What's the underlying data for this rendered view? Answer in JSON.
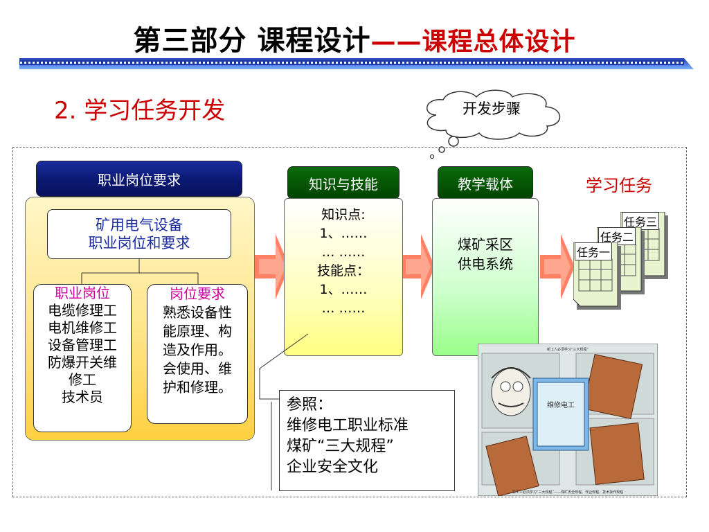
{
  "title": {
    "main": "第三部分  课程设计",
    "dash": "——",
    "sub": "课程总体设计"
  },
  "subtitle": "2. 学习任务开发",
  "cloud": "开发步骤",
  "headers": {
    "job": "职业岗位要求",
    "knowledge": "知识与技能",
    "teaching": "教学载体",
    "tasks": "学习任务"
  },
  "job_box": {
    "top_lines": [
      "矿用电气设备",
      "职业岗位和要求"
    ],
    "posts_title": "职业岗位",
    "posts": [
      "电缆修理工",
      "电机维修工",
      "设备管理工",
      "防爆开关维",
      "修工",
      "技术员"
    ],
    "req_title": "岗位要求",
    "req": [
      "熟悉设备性",
      "能原理、构",
      "造及作用。",
      "会使用、维",
      "护和修理。"
    ]
  },
  "knowledge": {
    "lines": [
      "知识点:",
      "1、……",
      "… ……",
      "技能点：",
      "1、……",
      "… ……"
    ]
  },
  "teaching": {
    "lines": [
      "煤矿采区",
      "供电系统"
    ]
  },
  "reference": {
    "lines": [
      "参照：",
      "维修电工职业标准",
      "煤矿“三大规程”",
      "企业安全文化"
    ]
  },
  "tasks": [
    "任务三",
    "任务二",
    "任务一"
  ],
  "photo": {
    "book_title": "维修电工",
    "top_caption": "新工人必须学习“三大规程”",
    "bottom_caption": "新工人必须学习“三大规程”——煤矿安全规程、作业规程、技术操作规程"
  },
  "colors": {
    "title_red": "#cc0000",
    "job_header": "#0a1870",
    "green_header": "#004400",
    "arrow": "#ff6a4a"
  }
}
